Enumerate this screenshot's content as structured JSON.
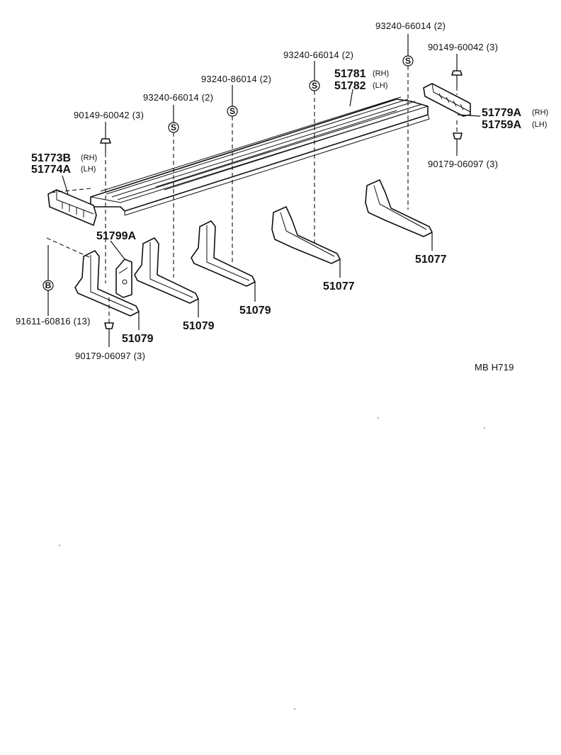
{
  "diagram_code": "MB  H719",
  "symbols": {
    "s": "S",
    "b": "B"
  },
  "callouts": {
    "screw_top_right": "93240-66014 (2)",
    "bolt_top_right": "90149-60042 (3)",
    "screw_mid_right": "93240-66014 (2)",
    "step_rh_num": "51781",
    "step_rh_tag": "(RH)",
    "step_lh_num": "51782",
    "step_lh_tag": "(LH)",
    "screw_mid": "93240-86014 (2)",
    "screw_left": "93240-66014 (2)",
    "bolt_left": "90149-60042 (3)",
    "cap_right_rh_num": "51779A",
    "cap_right_rh_tag": "(RH)",
    "cap_right_lh_num": "51759A",
    "cap_right_lh_tag": "(LH)",
    "nut_right": "90179-06097 (3)",
    "cap_left_rh_num": "51773B",
    "cap_left_rh_tag": "(RH)",
    "cap_left_lh_num": "51774A",
    "cap_left_lh_tag": "(LH)",
    "bracket_small": "51799A",
    "bracket_1": "51079",
    "bracket_2": "51079",
    "bracket_3": "51079",
    "bracket_4": "51077",
    "bracket_5": "51077",
    "bolt_bottom": "91611-60816 (13)",
    "nut_bottom": "90179-06097 (3)"
  }
}
